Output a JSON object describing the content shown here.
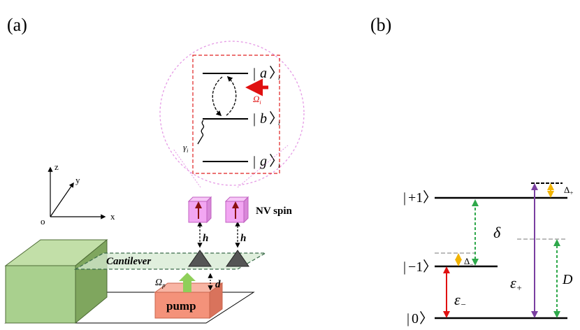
{
  "panel_a": {
    "label": "(a)",
    "axes": {
      "z": "z",
      "y": "y",
      "x": "x",
      "origin": "o"
    },
    "cantilever_label": "Cantilever",
    "pump_label": "pump",
    "omega_p_symbol": "Ω",
    "omega_p_sub": "p",
    "d_label": "d",
    "h_label": "h",
    "nv_label": "NV spin",
    "inset": {
      "level_a": "a",
      "level_b": "b",
      "level_g": "g",
      "sub_i": "i",
      "omega_i_symbol": "Ω",
      "omega_i_sub": "i",
      "gamma_symbol": "γ",
      "gamma_sub": "i"
    }
  },
  "panel_b": {
    "label": "(b)",
    "state_plus": "+1",
    "state_minus": "−1",
    "state_zero": "0",
    "delta_small": "δ",
    "Delta_minus_symbol": "Δ",
    "Delta_minus_sub": "−",
    "Delta_plus_symbol": "Δ",
    "Delta_plus_sub": "+",
    "eps_minus_symbol": "ε",
    "eps_minus_sub": "−",
    "eps_plus_symbol": "ε",
    "eps_plus_sub": "+",
    "D_label": "D"
  },
  "colors": {
    "green_box": "#a9d08e",
    "green_box_dark": "#6b8c4e",
    "pump": "#f4927a",
    "pump_dark": "#c8644c",
    "magenta": "#f2a6f2",
    "magenta_dark": "#d070d0",
    "red": "#e01010",
    "green": "#2ea84a",
    "purple": "#7a3fa0",
    "orange": "#f2b400",
    "light_green": "#8fcf5a"
  }
}
